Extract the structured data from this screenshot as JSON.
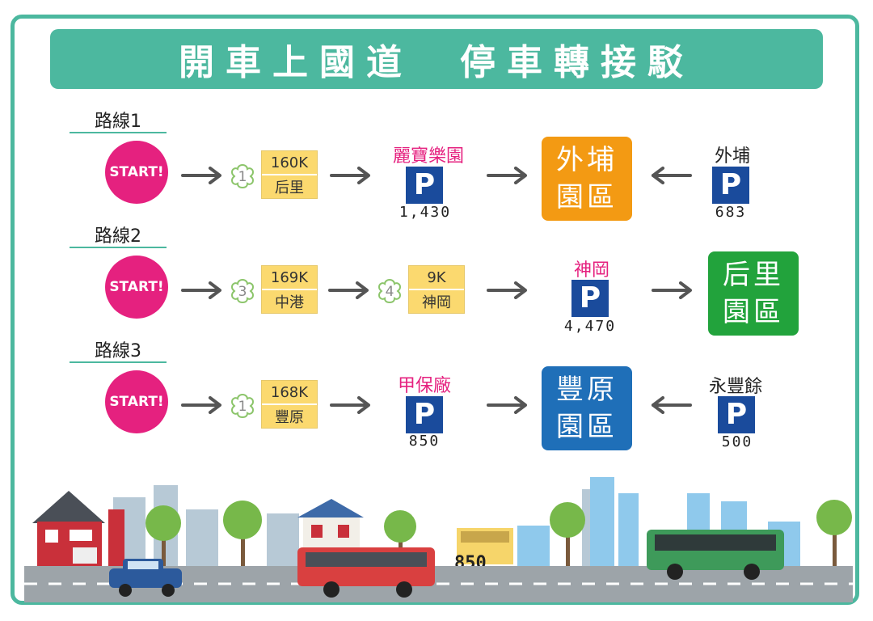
{
  "title": "開車上國道　停車轉接駁",
  "colors": {
    "accent": "#4cb89f",
    "start": "#e5217f",
    "parking": "#1a4b9c",
    "orange": "#f39a13",
    "green": "#22a33c",
    "blue": "#1f6fb8",
    "ic_yellow": "#fbd96f"
  },
  "routes": [
    {
      "name": "路線1",
      "start": "START!",
      "steps": [
        {
          "badge": "1",
          "km": "160K",
          "place": "后里"
        }
      ],
      "parking_from": {
        "label": "麗寶樂園",
        "sign": "P",
        "capacity": "1,430"
      },
      "park": {
        "line1": "外埔",
        "line2": "園區"
      },
      "parking_other": {
        "label": "外埔",
        "sign": "P",
        "capacity": "683"
      }
    },
    {
      "name": "路線2",
      "start": "START!",
      "steps": [
        {
          "badge": "3",
          "km": "169K",
          "place": "中港"
        },
        {
          "badge": "4",
          "km": "9K",
          "place": "神岡"
        }
      ],
      "parking_from": {
        "label": "神岡",
        "sign": "P",
        "capacity": "4,470"
      },
      "park": {
        "line1": "后里",
        "line2": "園區"
      }
    },
    {
      "name": "路線3",
      "start": "START!",
      "steps": [
        {
          "badge": "1",
          "km": "168K",
          "place": "豐原"
        }
      ],
      "parking_from": {
        "label": "甲保廠",
        "sign": "P",
        "capacity": "850"
      },
      "park": {
        "line1": "豐原",
        "line2": "園區"
      },
      "parking_other": {
        "label": "永豐餘",
        "sign": "P",
        "capacity": "500"
      }
    }
  ],
  "street_sign": "850"
}
